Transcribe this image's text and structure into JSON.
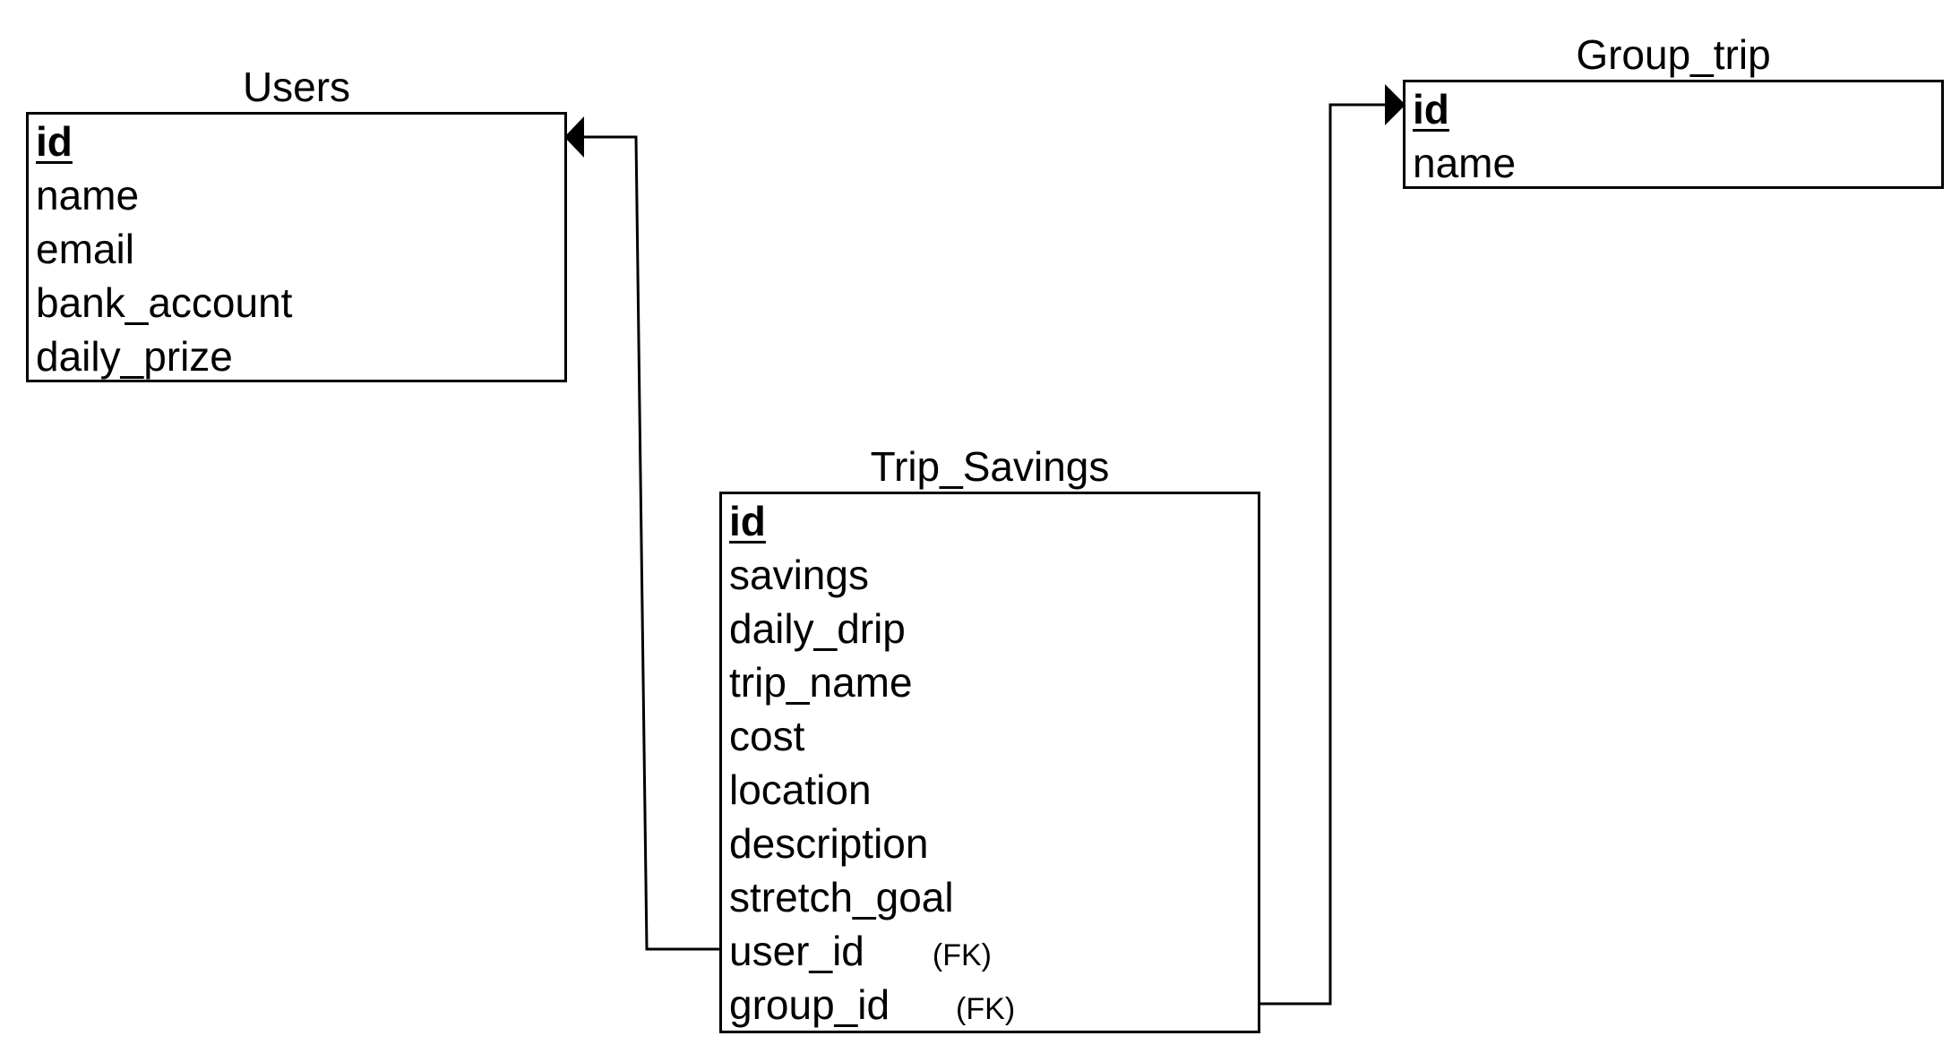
{
  "tables": {
    "users": {
      "title": "Users",
      "fields": [
        {
          "name": "id",
          "primary_key": true
        },
        {
          "name": "name"
        },
        {
          "name": "email"
        },
        {
          "name": "bank_account"
        },
        {
          "name": "daily_prize"
        }
      ]
    },
    "group_trip": {
      "title": "Group_trip",
      "fields": [
        {
          "name": "id",
          "primary_key": true
        },
        {
          "name": "name"
        }
      ]
    },
    "trip_savings": {
      "title": "Trip_Savings",
      "fields": [
        {
          "name": "id",
          "primary_key": true
        },
        {
          "name": "savings"
        },
        {
          "name": "daily_drip"
        },
        {
          "name": "trip_name"
        },
        {
          "name": "cost"
        },
        {
          "name": "location"
        },
        {
          "name": "description"
        },
        {
          "name": "stretch_goal"
        },
        {
          "name": "user_id",
          "tag": "(FK)"
        },
        {
          "name": "group_id",
          "tag": "(FK)"
        }
      ]
    }
  },
  "relationships": [
    {
      "from": "trip_savings.user_id",
      "to": "users.id"
    },
    {
      "from": "trip_savings.group_id",
      "to": "group_trip.id"
    }
  ]
}
